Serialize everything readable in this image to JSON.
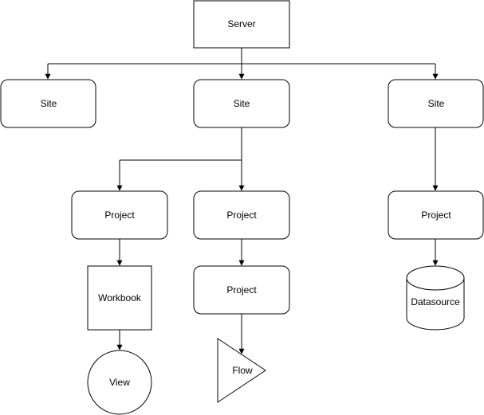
{
  "nodes": {
    "server": "Server",
    "site_left": "Site",
    "site_center": "Site",
    "site_right": "Site",
    "project_1": "Project",
    "project_2": "Project",
    "project_3": "Project",
    "project_4": "Project",
    "workbook": "Workbook",
    "view": "View",
    "flow": "Flow",
    "datasource": "Datasource"
  }
}
